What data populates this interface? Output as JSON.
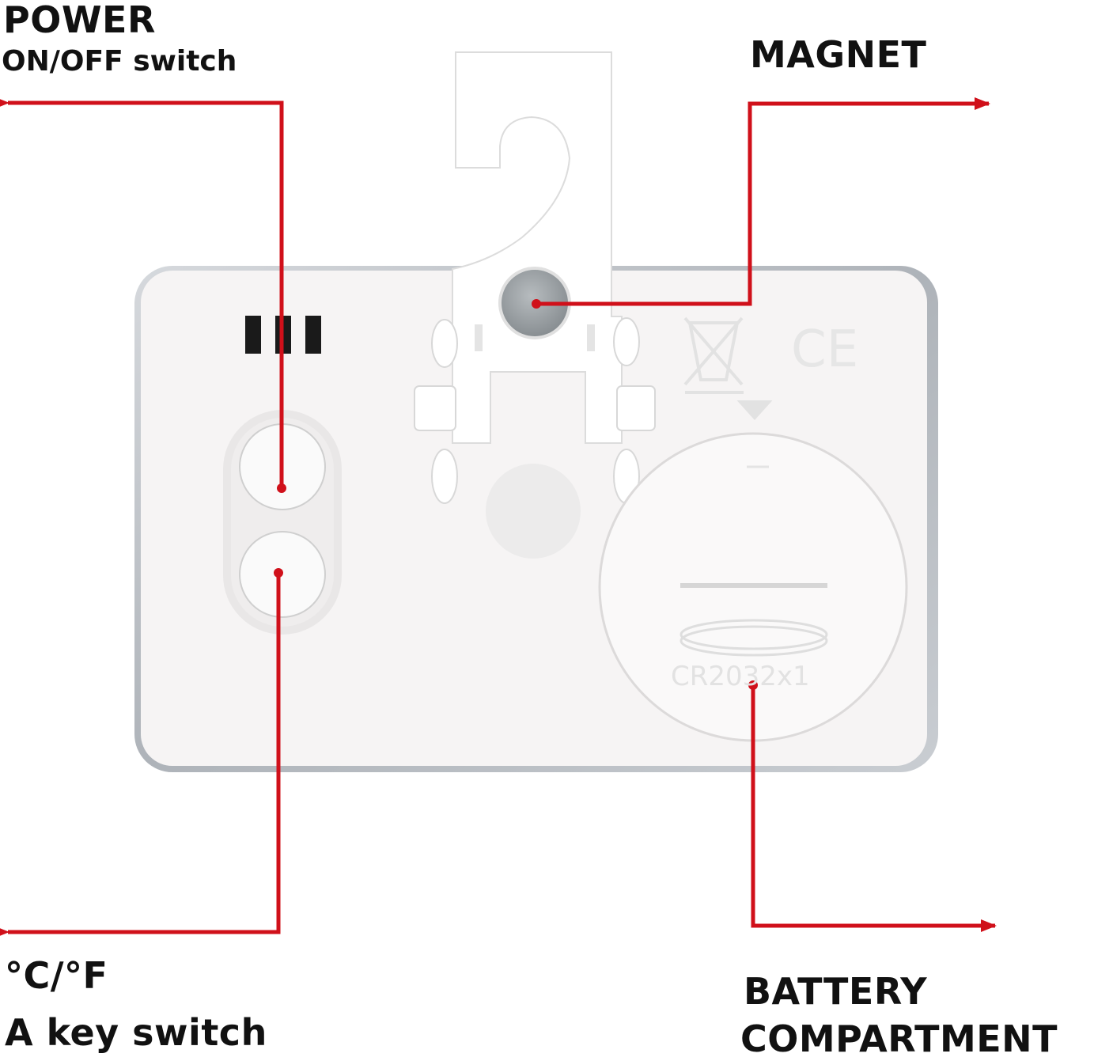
{
  "labels": {
    "power_title": "POWER",
    "power_subtitle": "ON/OFF switch",
    "magnet": "MAGNET",
    "unit_title": "°C/°F",
    "unit_subtitle": "A key switch",
    "battery_line1": "BATTERY",
    "battery_line2": "COMPARTMENT"
  },
  "device": {
    "battery_marking": "CR2032x1",
    "ce_mark": "CE"
  },
  "colors": {
    "callout": "#d0101a",
    "device_body": "#f7f5f5",
    "device_frame": "#b9bec4",
    "magnet": "#9aa0a4"
  }
}
